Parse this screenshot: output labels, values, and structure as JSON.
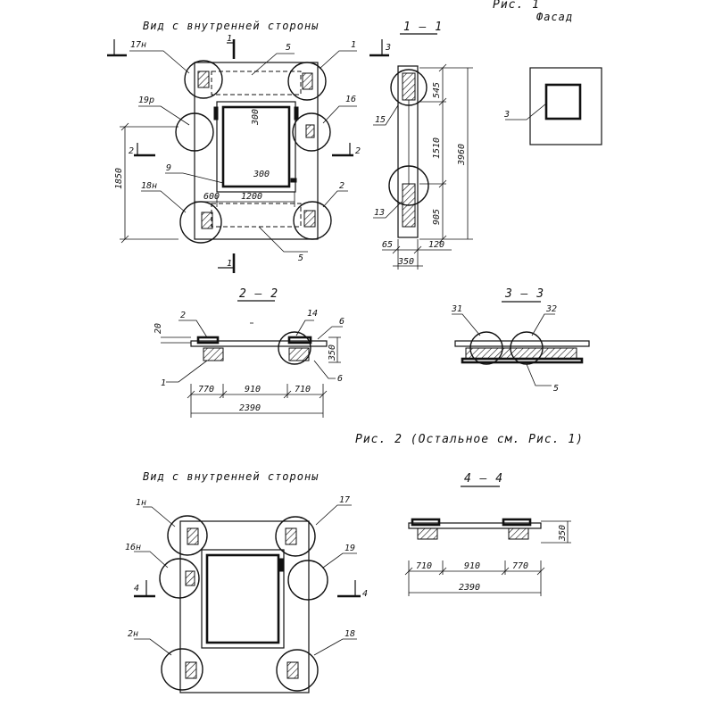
{
  "fig1": {
    "caption": "Рис. 1",
    "view_inside": "Вид с внутренней стороны",
    "section_1_1": "1 — 1",
    "facade": "Фасад",
    "callouts": {
      "c17n": "17н",
      "c19r": "19р",
      "c18n": "18н",
      "c1": "1",
      "c3": "3",
      "c5_top": "5",
      "c5_bot": "5",
      "c16": "16",
      "c2": "2",
      "c9": "9",
      "c15": "15",
      "c13": "13",
      "c3_facade": "3",
      "cut1_top": "1",
      "cut1_bot": "1",
      "cut2_left": "2",
      "cut2_right": "2"
    },
    "dims": {
      "d1850": "1850",
      "d600": "600",
      "d1200": "1200",
      "d300a": "300",
      "d300b": "300",
      "d545": "545",
      "d1510": "1510",
      "d905": "905",
      "d3960": "3960",
      "d65": "65",
      "d120": "120",
      "d350": "350"
    }
  },
  "sec22": {
    "title": "2 — 2",
    "callouts": {
      "c2": "2",
      "c14": "14",
      "c6a": "6",
      "c6b": "6",
      "c1": "1"
    },
    "dims": {
      "d20": "20",
      "d350": "350",
      "d770a": "770",
      "d910": "910",
      "d710": "710",
      "d2390": "2390"
    }
  },
  "sec33": {
    "title": "3 — 3",
    "callouts": {
      "c31": "31",
      "c32": "32",
      "c5": "5"
    }
  },
  "fig2": {
    "caption": "Рис. 2  (Остальное см. Рис. 1)",
    "view_inside": "Вид с внутренней стороны",
    "section_4_4": "4 — 4",
    "callouts": {
      "c1n": "1н",
      "c17": "17",
      "c16n": "16н",
      "c19": "19",
      "c2n": "2н",
      "c18": "18",
      "cut4_left": "4",
      "cut4_right": "4"
    },
    "dims": {
      "d350": "350",
      "d710": "710",
      "d910": "910",
      "d770": "770",
      "d2390": "2390"
    }
  }
}
